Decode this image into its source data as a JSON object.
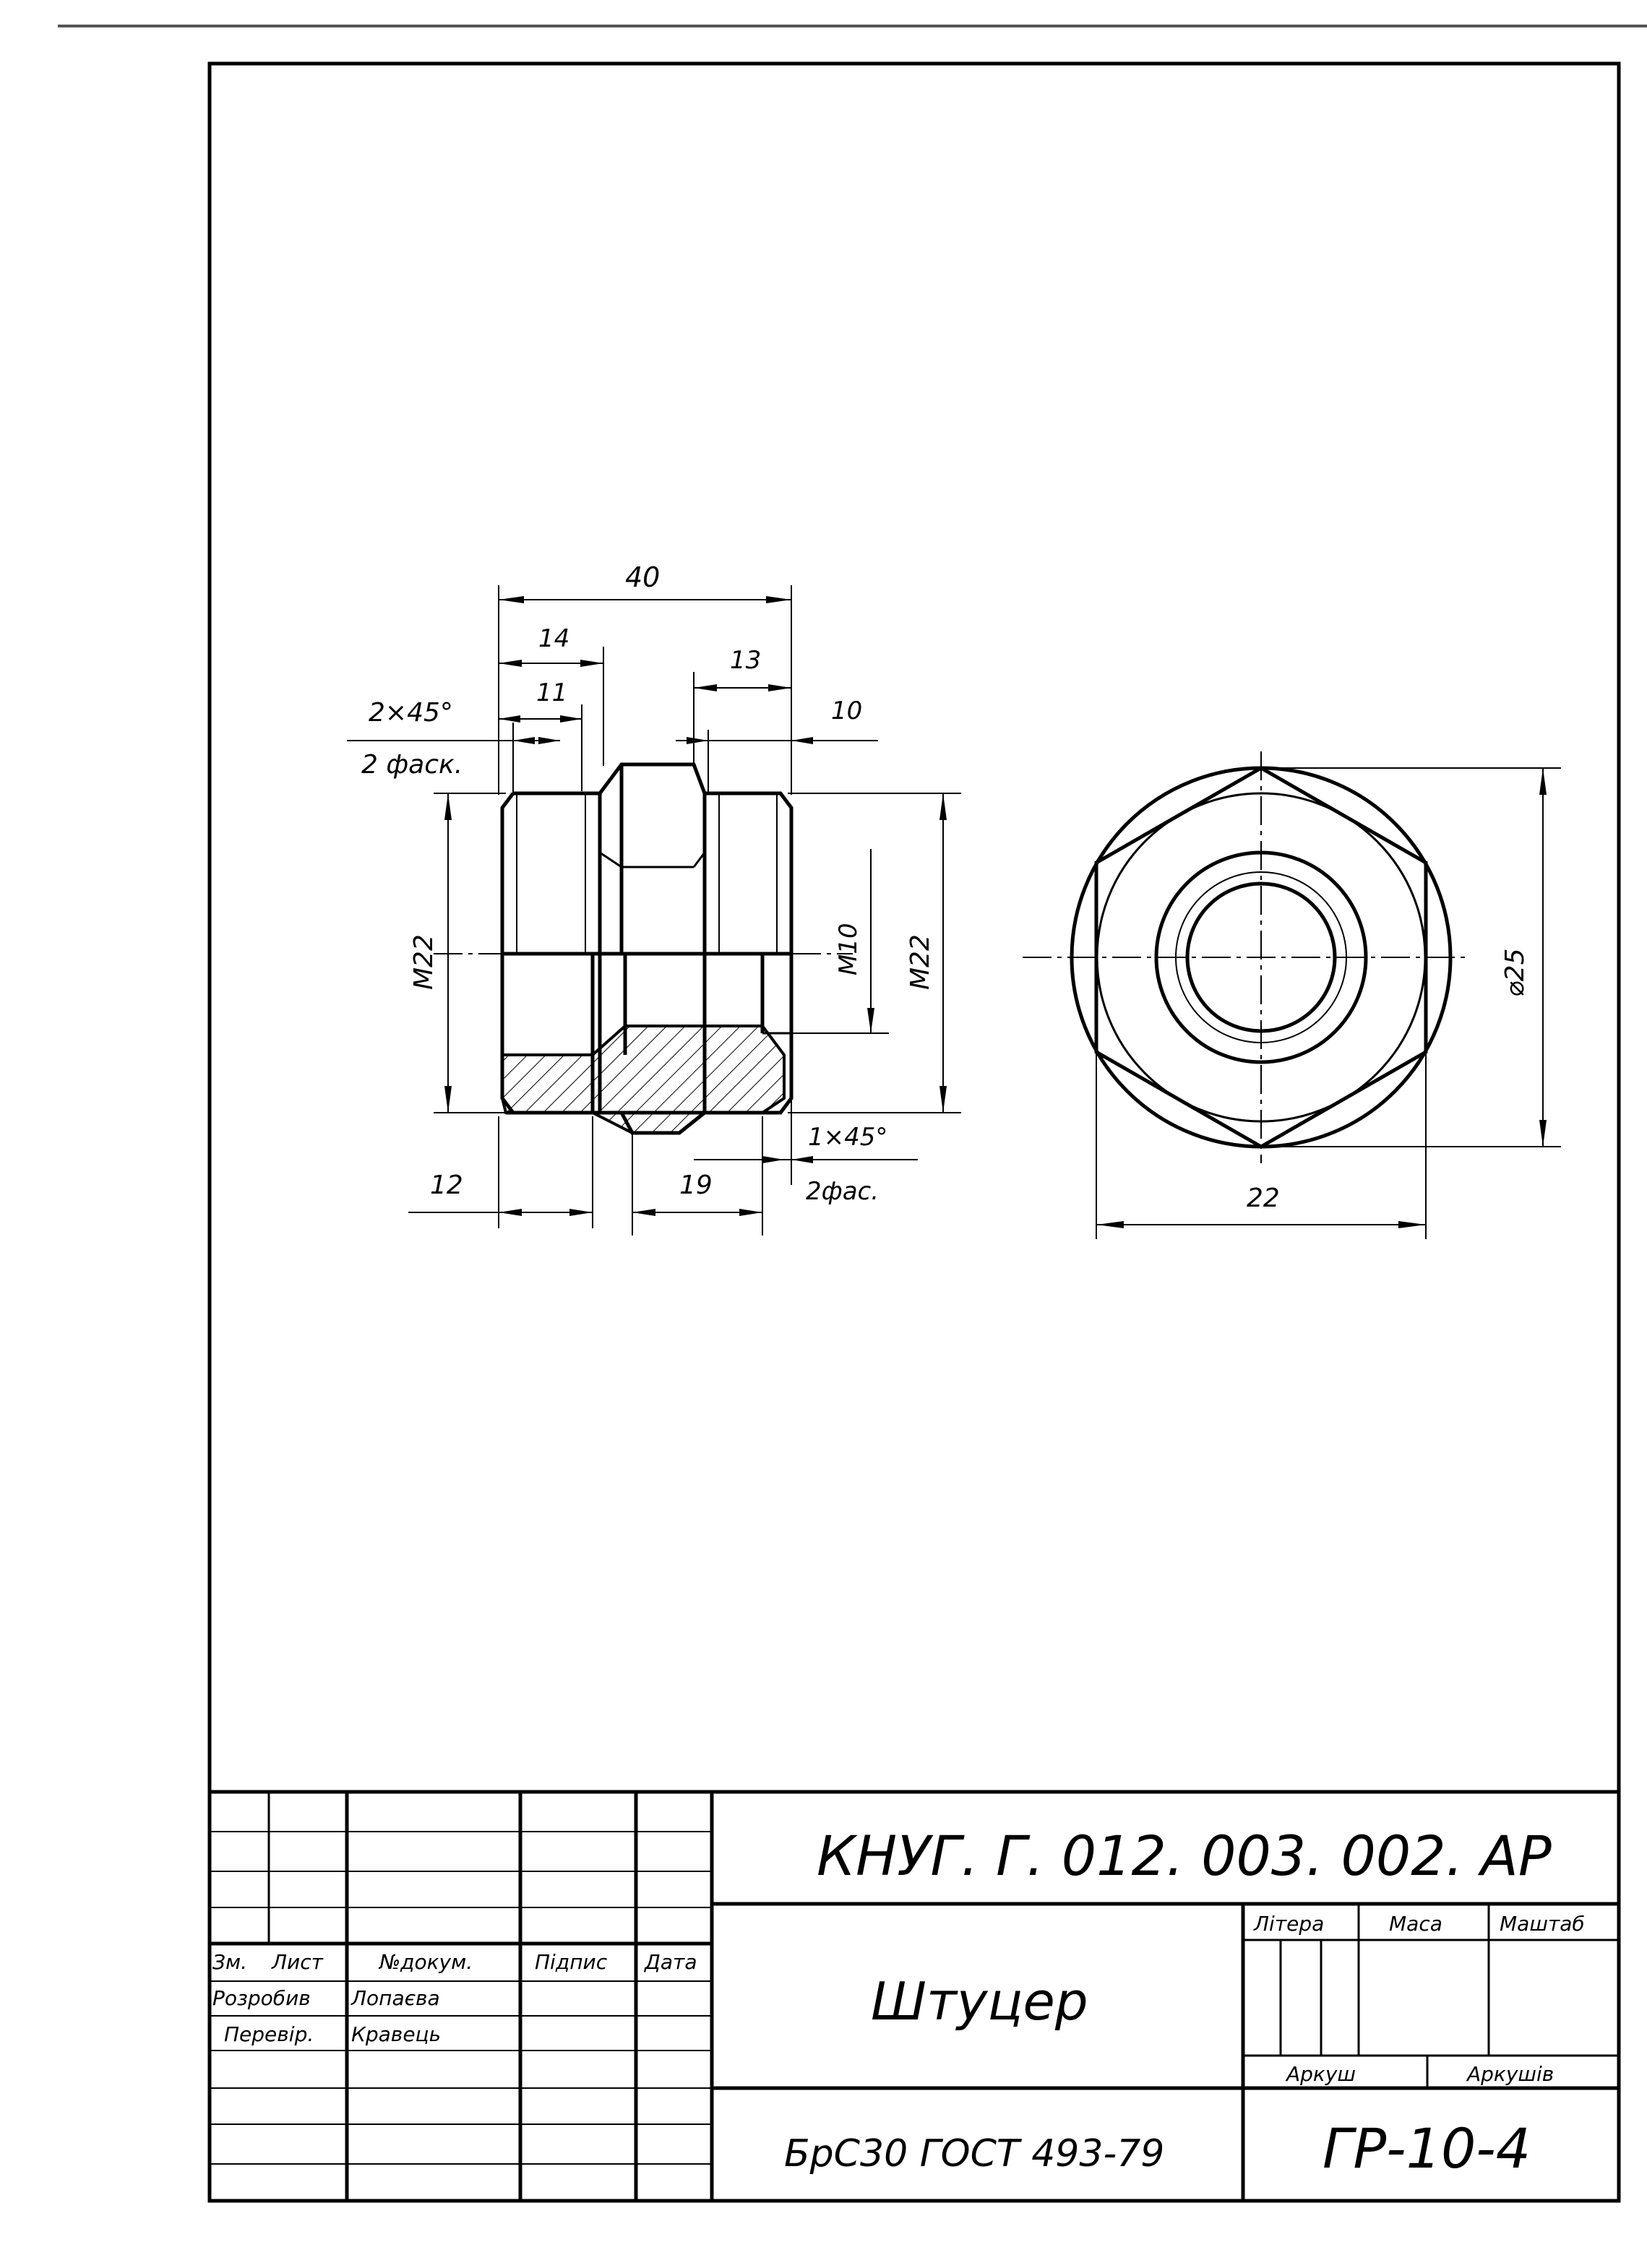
{
  "drawing": {
    "dims_front": {
      "overall_length": "40",
      "left_thread_length": "14",
      "left_thread_inner": "11",
      "right_thread_length": "13",
      "right_gap": "10",
      "chamfer_left": "2×45°",
      "chamfer_left_count": "2 фаск.",
      "thread_left": "M22",
      "thread_inner": "M10",
      "thread_right": "M22",
      "bottom_left": "12",
      "bottom_mid": "19",
      "chamfer_right": "1×45°",
      "chamfer_right_count": "2фас."
    },
    "dims_side": {
      "diameter": "⌀25",
      "across_flats": "22"
    }
  },
  "title_block": {
    "designation": "КНУГ. Г. 012. 003. 002. АР",
    "part_name": "Штуцер",
    "material": "БрС30 ГОСТ 493-79",
    "code": "ГР-10-4",
    "col_change": "Зм.",
    "col_sheet": "Лист",
    "col_doc": "№докум.",
    "col_sign": "Підпис",
    "col_date": "Дата",
    "row_developed": "Розробив",
    "row_developed_name": "Лопаєва",
    "row_checked": "Перевір.",
    "row_checked_name": "Кравець",
    "lit": "Літера",
    "mass": "Маса",
    "scale": "Маштаб",
    "sheet": "Аркуш",
    "sheets": "Аркушів"
  }
}
